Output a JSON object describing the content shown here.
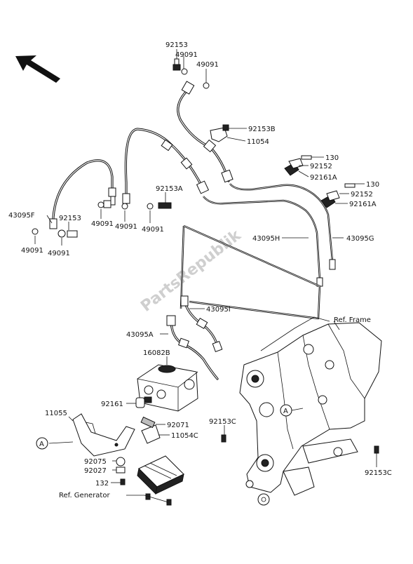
{
  "watermark": "PartsRepublik",
  "icons": {
    "direction": "arrow-up-left-icon",
    "reference": "circle-a-icon"
  },
  "refs": {
    "frame": "Ref. Frame",
    "generator": "Ref. Generator",
    "circle_mark": "A"
  },
  "labels": {
    "p92153_top": "92153",
    "p49091_top1": "49091",
    "p49091_top2": "49091",
    "p92153B": "92153B",
    "p11054": "11054",
    "p130_a": "130",
    "p92152_a": "92152",
    "p92161A_a": "92161A",
    "p130_b": "130",
    "p92152_b": "92152",
    "p92161A_b": "92161A",
    "p92153A": "92153A",
    "p43095F": "43095F",
    "p92153_left": "92153",
    "p49091_m1": "49091",
    "p49091_m2": "49091",
    "p49091_m3": "49091",
    "p49091_l1": "49091",
    "p49091_l2": "49091",
    "p43095H": "43095H",
    "p43095G": "43095G",
    "p43095I": "43095I",
    "p43095A": "43095A",
    "p16082B": "16082B",
    "p92161": "92161",
    "p11055": "11055",
    "p92071": "92071",
    "p11054C": "11054C",
    "p92153C_l": "92153C",
    "p92153C_r": "92153C",
    "p92075": "92075",
    "p92027": "92027",
    "p132": "132"
  }
}
